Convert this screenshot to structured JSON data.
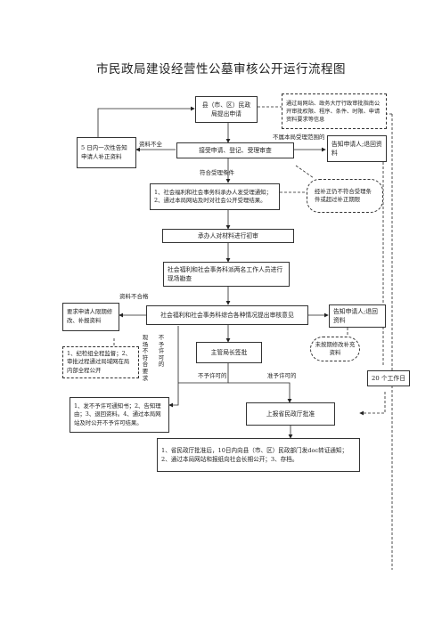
{
  "title": "市民政局建设经营性公墓审核公开运行流程图",
  "boxes": {
    "county_apply": "县（市、区）民政局提出申请",
    "publicity": "通过局网站、政务大厅行政审批指南公开审批权限、程序、条件、时限、申请资料要求等信息",
    "notify_once": "5 日内一次性告知申请人补正资料",
    "receive": "接受申请、登记、受理审查",
    "notify_return_1": "告知申请人;退回资料",
    "accept_notice": "1、社会福利和社会事务科承办人发受理通知；2、通过本局网站及时对社会公开受理结果。",
    "supplement_note": "经补正仍不符合受理条件或超过补正期限",
    "initial_review": "承办人对材料进行初审",
    "site_check": "社会福利和社会事务科派两名工作人员进行现场勘查",
    "require_fix": "要求申请人限期修改、补报资料",
    "opinion": "社会福利和社会事务科综合各种情况提出审核意见",
    "notify_return_2": "告知申请人;退回资料",
    "no_fix": "未按期修改补充资料",
    "supervision": "1、纪检组全程监督；2、审批过程通过局域网在局内部全程公开",
    "leader": "主管局长签批",
    "deadline": "20 个工作日",
    "not_permit_box": "1、发不予许可通知书；2、告知理由；3、退回资料。4、通过本局网站及时公开不予许可结果。",
    "province": "上报省民政厅批准",
    "final": "1、省民政厅批准后，10日内向县（市、区）民政部门发doc转证通知；2、通过本局网站和报纸向社会长期公开；3、存档。"
  },
  "labels": {
    "incomplete": "资料不全",
    "out_of_scope": "不属本局受理范围的",
    "meets": "符合受理条件",
    "unqualified": "资料不合格",
    "site_fail": "现场不符合要求",
    "not_permit_v": "不予许可的",
    "not_permit_h": "不予许可的",
    "pre_permit": "准予许可的"
  }
}
